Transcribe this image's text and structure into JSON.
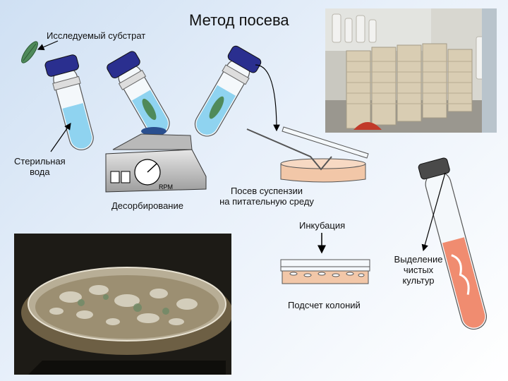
{
  "title": "Метод посева",
  "labels": {
    "substrate": "Исследуемый субстрат",
    "sterile_water_1": "Стерильная",
    "sterile_water_2": "вода",
    "desorption": "Десорбирование",
    "plating_1": "Посев суспензии",
    "plating_2": "на питательную среду",
    "incubation": "Инкубация",
    "isolation_1": "Выделение",
    "isolation_2": "чистых",
    "isolation_3": "культур",
    "colony_count": "Подсчет колоний",
    "rpm": "RPM"
  },
  "colors": {
    "cap": "#2a2f8f",
    "water": "#8fd3f0",
    "leaf": "#4f8a5a",
    "medium": "#f2c7a8",
    "culture": "#f08c70"
  }
}
